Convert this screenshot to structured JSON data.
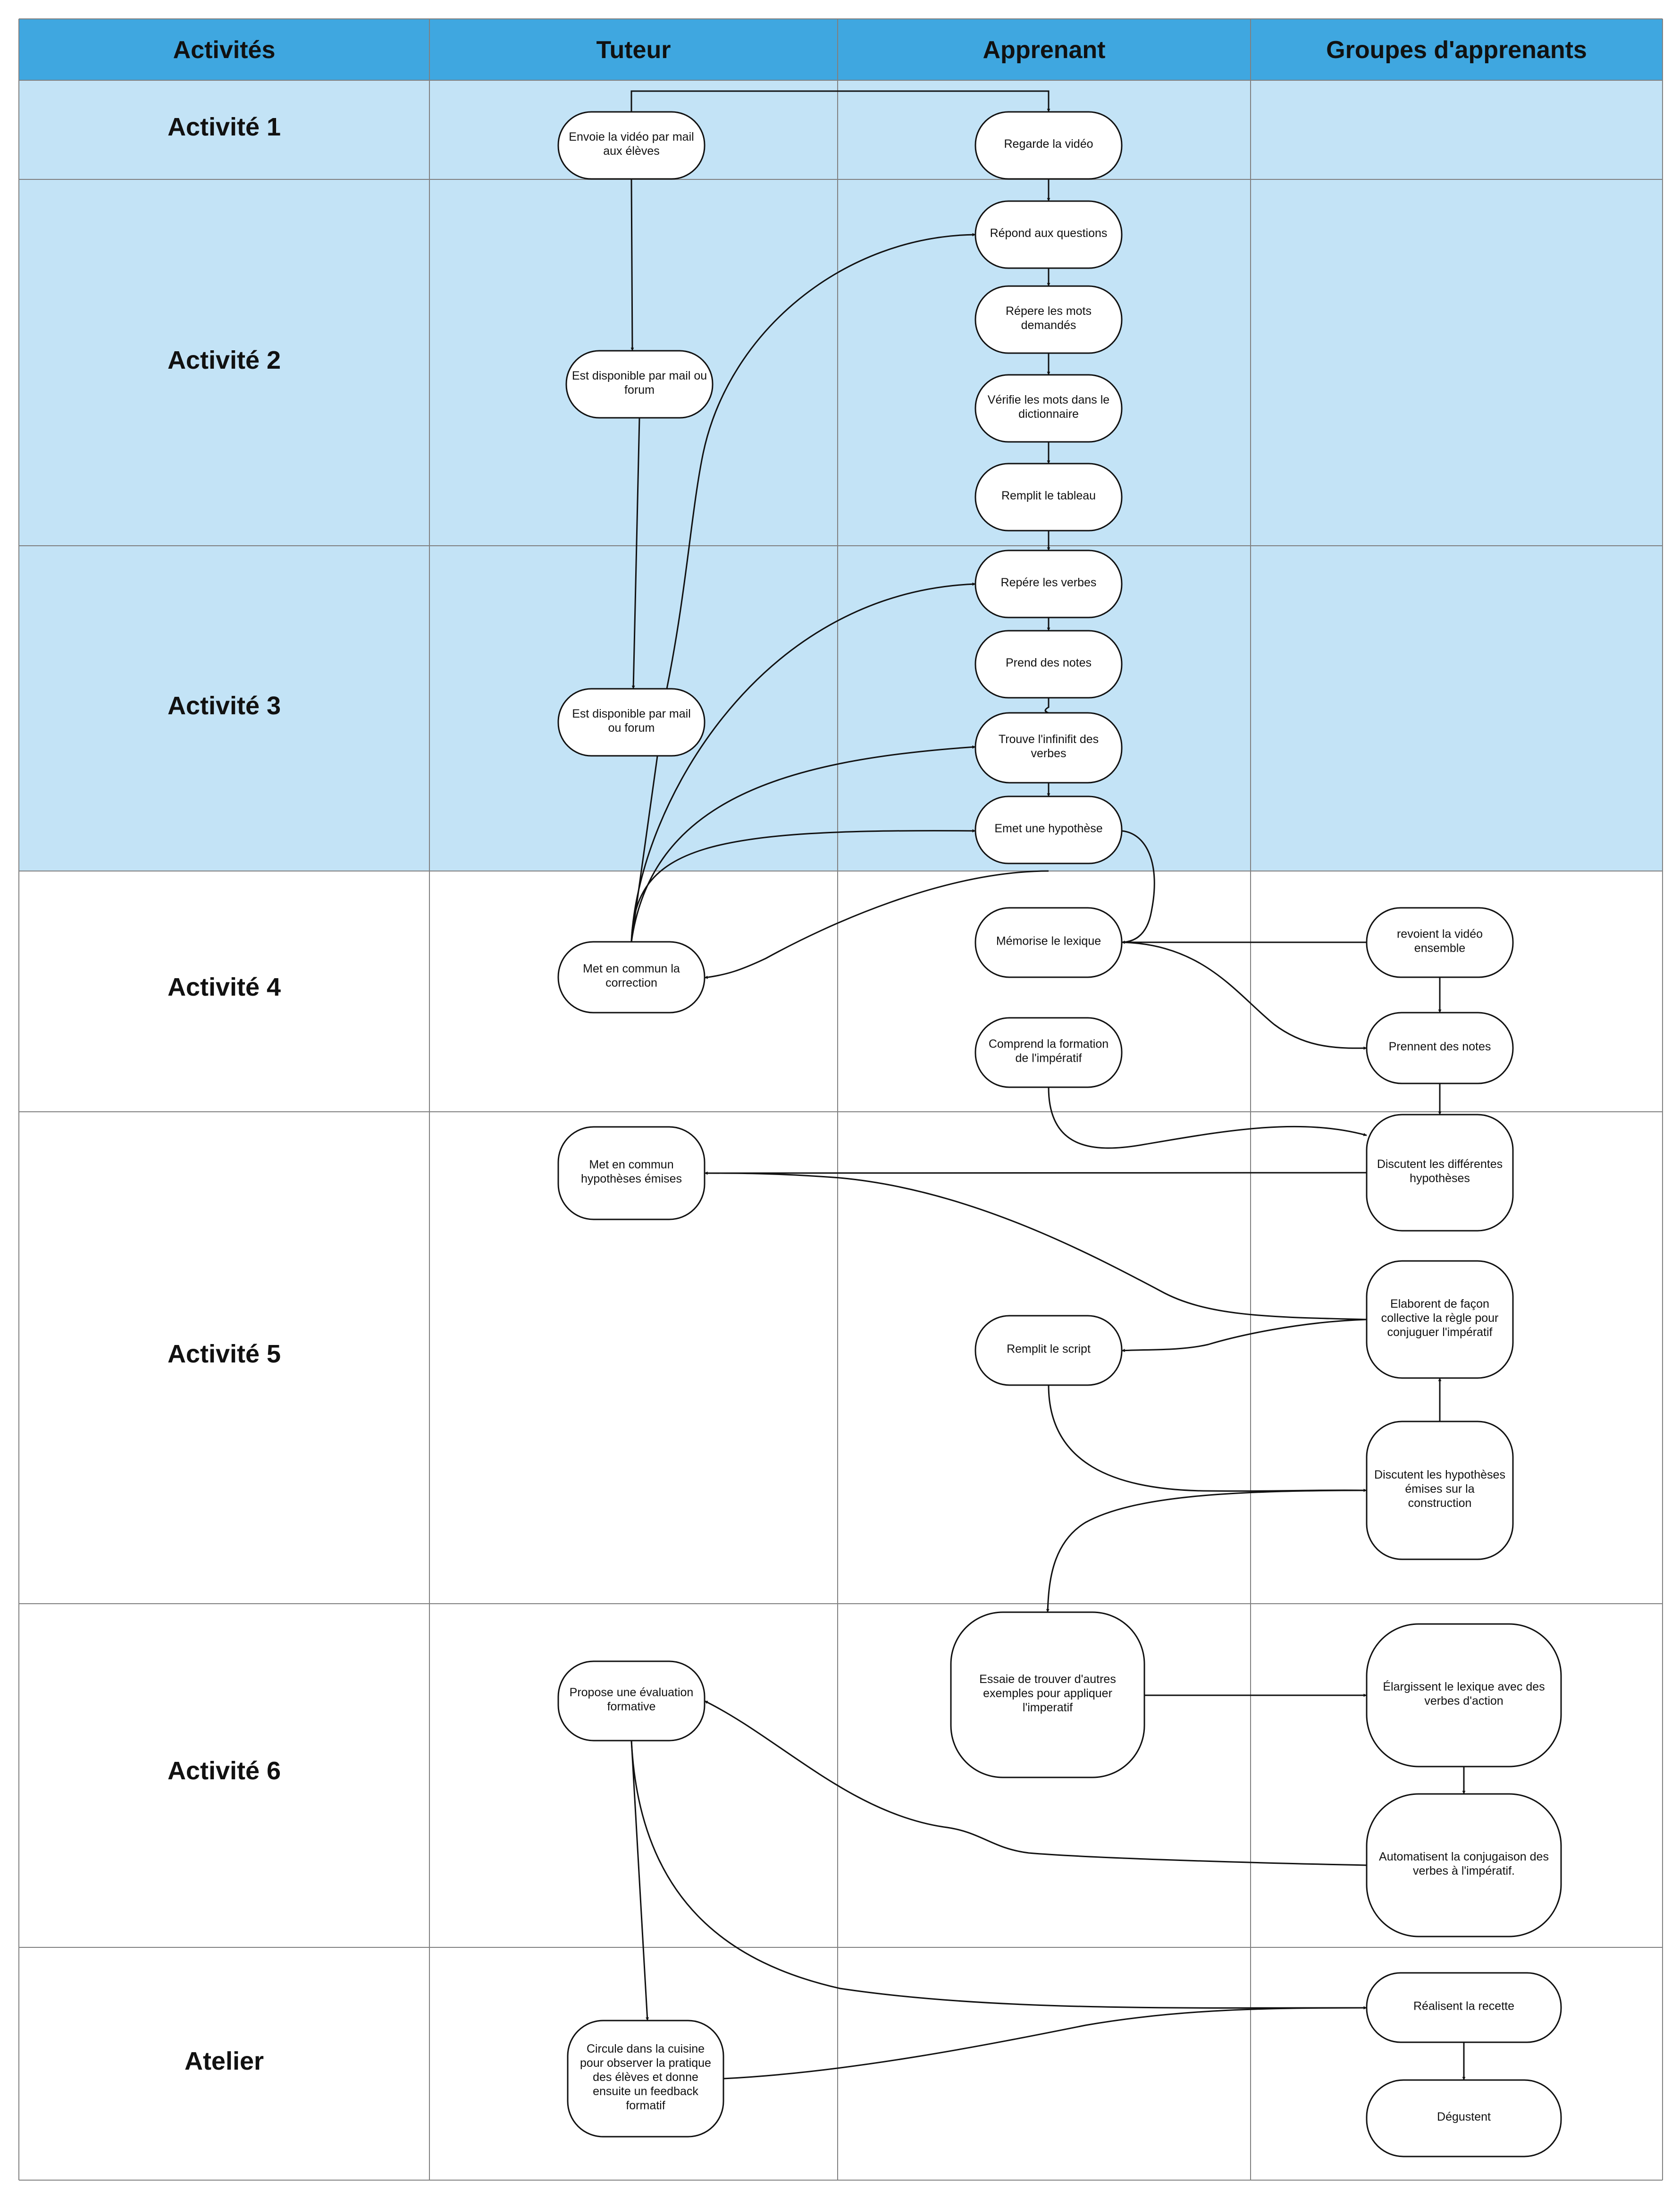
{
  "colors": {
    "header_bg": "#3fa7e0",
    "shaded_row_bg": "#c3e3f6",
    "white_row_bg": "#ffffff",
    "grid": "#808080",
    "stroke": "#111111"
  },
  "columns": [
    "Activités",
    "Tuteur",
    "Apprenant",
    "Groupes d'apprenants"
  ],
  "rows": [
    "Activité 1",
    "Activité 2",
    "Activité 3",
    "Activité  4",
    "Activité 5",
    "Activité 6",
    "Atelier"
  ],
  "nodes": [
    {
      "id": "n1",
      "text": [
        "Envoie la vidéo par mail",
        "aux élèves"
      ]
    },
    {
      "id": "n2",
      "text": [
        "Regarde la vidéo"
      ]
    },
    {
      "id": "n3",
      "text": [
        "Répond aux questions"
      ]
    },
    {
      "id": "n4",
      "text": [
        "Répere les mots",
        "demandés"
      ]
    },
    {
      "id": "n5",
      "text": [
        "Est disponible par mail ou",
        "forum"
      ]
    },
    {
      "id": "n6",
      "text": [
        "Vérifie les mots dans le",
        "dictionnaire"
      ]
    },
    {
      "id": "n7",
      "text": [
        "Remplit le tableau"
      ]
    },
    {
      "id": "n8",
      "text": [
        "Repére les verbes"
      ]
    },
    {
      "id": "n9",
      "text": [
        "Prend des notes"
      ]
    },
    {
      "id": "n10",
      "text": [
        "Est disponible par mail",
        "ou forum"
      ]
    },
    {
      "id": "n11",
      "text": [
        "Trouve l'infinifit des",
        "verbes"
      ]
    },
    {
      "id": "n12",
      "text": [
        "Emet une hypothèse"
      ]
    },
    {
      "id": "n13",
      "text": [
        "Mémorise le lexique"
      ]
    },
    {
      "id": "n14",
      "text": [
        "revoient la vidéo",
        "ensemble"
      ]
    },
    {
      "id": "n15",
      "text": [
        "Met en commun la",
        "correction"
      ]
    },
    {
      "id": "n16",
      "text": [
        "Comprend la formation",
        "de l'impératif"
      ]
    },
    {
      "id": "n17",
      "text": [
        "Prennent des notes"
      ]
    },
    {
      "id": "n18",
      "text": [
        "Met en commun",
        "hypothèses émises"
      ]
    },
    {
      "id": "n19",
      "text": [
        "Discutent les différentes",
        "hypothèses"
      ]
    },
    {
      "id": "n20",
      "text": [
        "Elaborent de façon",
        "collective la règle pour",
        "conjuguer l'impératif"
      ]
    },
    {
      "id": "n21",
      "text": [
        "Remplit le script"
      ]
    },
    {
      "id": "n22",
      "text": [
        "Discutent les hypothèses",
        "émises sur la",
        "construction"
      ]
    },
    {
      "id": "n23",
      "text": [
        "Essaie de trouver d'autres",
        "exemples  pour appliquer",
        "l'imperatif"
      ]
    },
    {
      "id": "n24",
      "text": [
        "Propose une évaluation",
        "formative"
      ]
    },
    {
      "id": "n25",
      "text": [
        "Élargissent le lexique avec des",
        "verbes d'action"
      ]
    },
    {
      "id": "n26",
      "text": [
        "Automatisent la conjugaison des",
        "verbes à l'impératif."
      ]
    },
    {
      "id": "n27",
      "text": [
        "Réalisent la recette"
      ]
    },
    {
      "id": "n28",
      "text": [
        "Circule dans la cuisine",
        "pour observer la pratique",
        "des élèves et donne",
        "ensuite un feedback",
        "formatif"
      ]
    },
    {
      "id": "n29",
      "text": [
        "Dégustent"
      ]
    }
  ]
}
